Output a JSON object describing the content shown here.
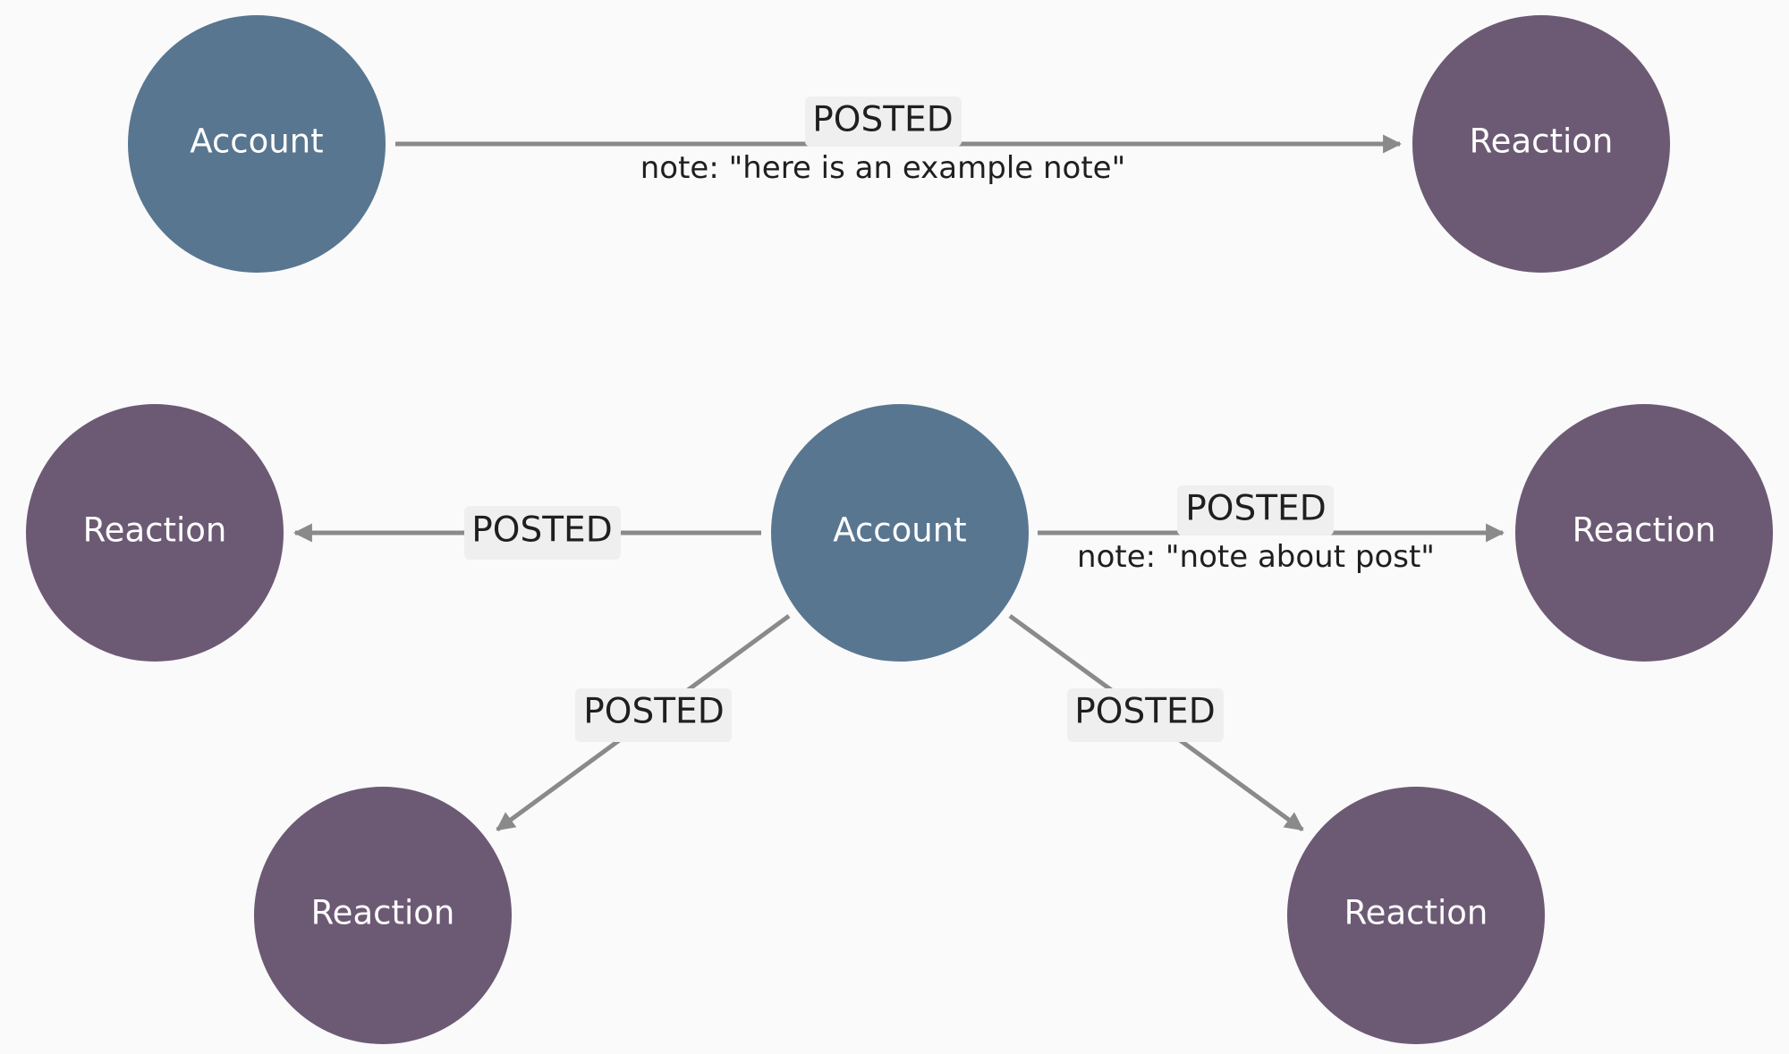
{
  "colors": {
    "account": "#587690",
    "reaction": "#6c5a74",
    "edge": "#8a8a8a",
    "label_bg": "#efefef"
  },
  "diagrams": [
    {
      "nodes": [
        {
          "id": "a1",
          "label": "Account",
          "kind": "account"
        },
        {
          "id": "r1",
          "label": "Reaction",
          "kind": "reaction"
        }
      ],
      "edges": [
        {
          "from": "a1",
          "to": "r1",
          "label": "POSTED",
          "property": "note: \"here is an example note\""
        }
      ]
    },
    {
      "nodes": [
        {
          "id": "a2",
          "label": "Account",
          "kind": "account"
        },
        {
          "id": "r2",
          "label": "Reaction",
          "kind": "reaction"
        },
        {
          "id": "r3",
          "label": "Reaction",
          "kind": "reaction"
        },
        {
          "id": "r4",
          "label": "Reaction",
          "kind": "reaction"
        },
        {
          "id": "r5",
          "label": "Reaction",
          "kind": "reaction"
        }
      ],
      "edges": [
        {
          "from": "a2",
          "to": "r2",
          "label": "POSTED"
        },
        {
          "from": "a2",
          "to": "r3",
          "label": "POSTED",
          "property": "note: \"note about post\""
        },
        {
          "from": "a2",
          "to": "r4",
          "label": "POSTED"
        },
        {
          "from": "a2",
          "to": "r5",
          "label": "POSTED"
        }
      ]
    }
  ]
}
